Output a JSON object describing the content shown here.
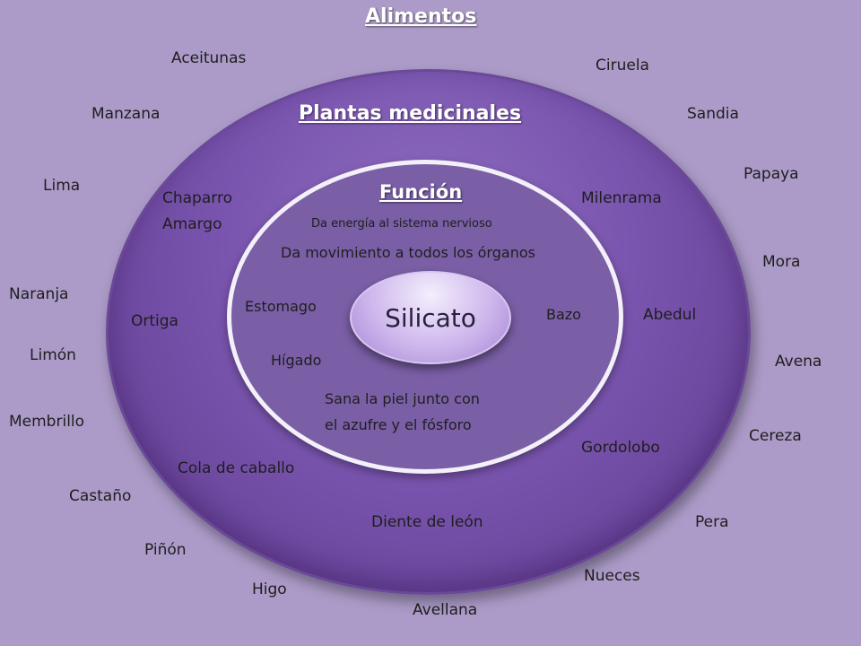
{
  "title": "Alimentos",
  "foods": [
    "Aceitunas",
    "Ciruela",
    "Manzana",
    "Sandia",
    "Papaya",
    "Lima",
    "Naranja",
    "Mora",
    "Limón",
    "Avena",
    "Membrillo",
    "Cereza",
    "Castaño",
    "Pera",
    "Piñón",
    "Nueces",
    "Higo",
    "Avellana"
  ],
  "plants_title": "Plantas medicinales",
  "plants": [
    "Chaparro",
    "Amargo",
    "Milenrama",
    "Ortiga",
    "Abedul",
    "Cola de caballo",
    "Gordolobo",
    "Diente de león"
  ],
  "function_title": "Función",
  "functions": [
    "Da energía al sistema nervioso",
    "Da movimiento a todos los órganos",
    "Sana la piel junto con",
    "el azufre y el fósforo"
  ],
  "organs": [
    "Estomago",
    "Bazo",
    "Hígado"
  ],
  "center": "Silicato",
  "colors": {
    "background": "#ac9bc8",
    "outer_ring": "#7a55af",
    "inner_ring": "#7a5fa6",
    "title_text": "#ffffff"
  }
}
